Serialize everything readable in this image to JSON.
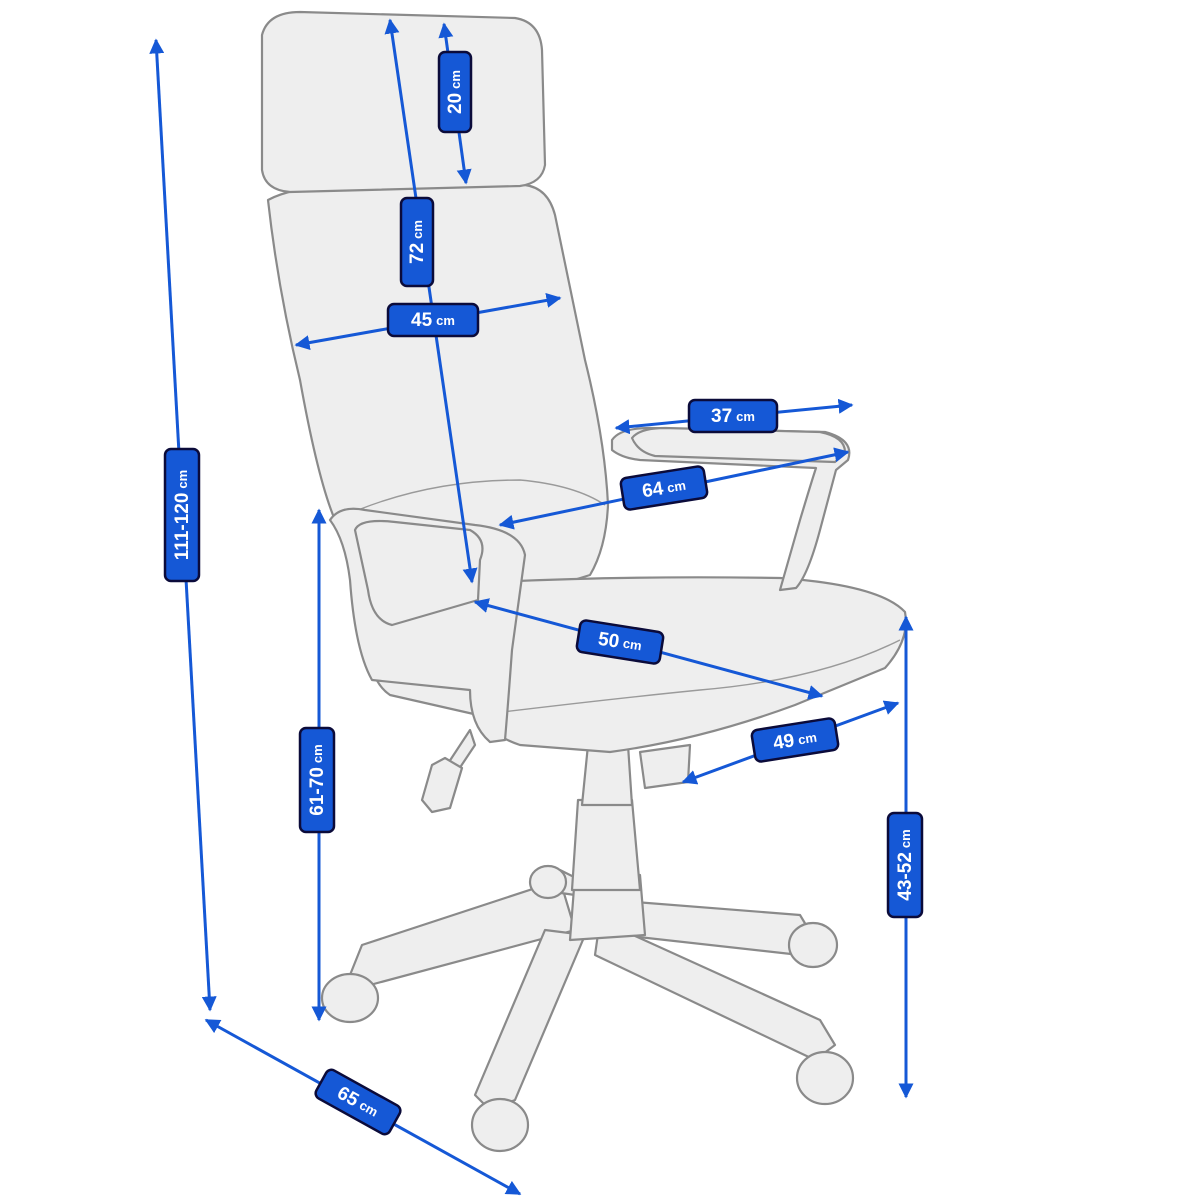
{
  "accent_color": "#1558d6",
  "unit": "cm",
  "dimensions": [
    {
      "id": "headrest-height",
      "value": "20"
    },
    {
      "id": "backrest-height",
      "value": "72"
    },
    {
      "id": "backrest-width",
      "value": "45"
    },
    {
      "id": "armrest-length",
      "value": "37"
    },
    {
      "id": "armrest-width-span",
      "value": "64"
    },
    {
      "id": "seat-depth",
      "value": "50"
    },
    {
      "id": "seat-width",
      "value": "49"
    },
    {
      "id": "total-height",
      "value": "111-120"
    },
    {
      "id": "armrest-height",
      "value": "61-70"
    },
    {
      "id": "seat-height",
      "value": "43-52"
    },
    {
      "id": "base-diameter",
      "value": "65"
    }
  ]
}
